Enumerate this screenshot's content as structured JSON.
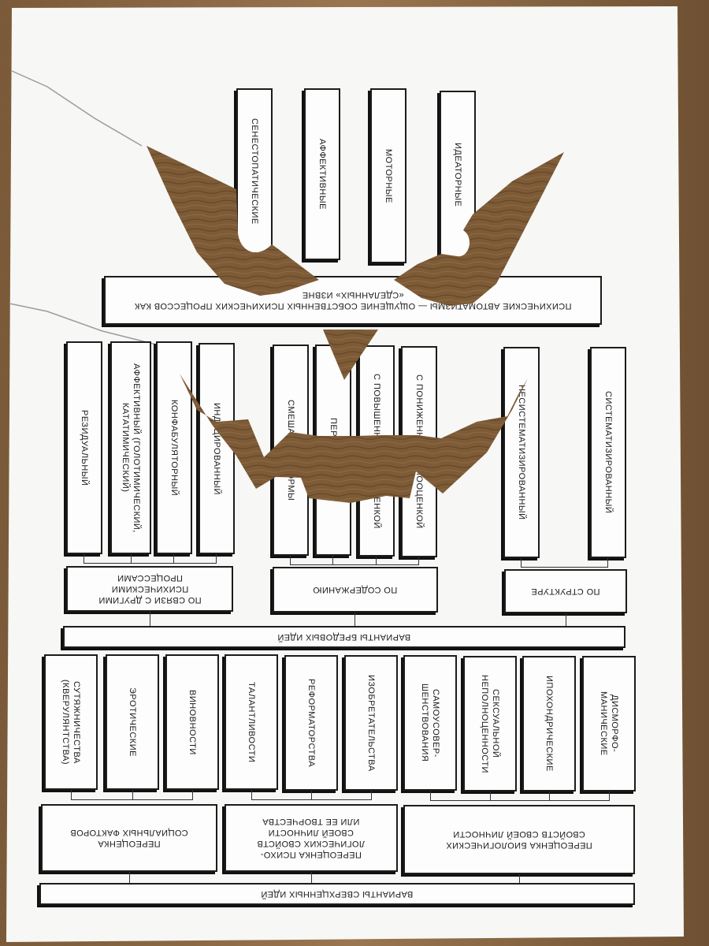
{
  "colors": {
    "paper": "#f7f7f5",
    "wood": "#8a6a45",
    "wood_dark": "#5e4327",
    "ink": "#1a1a1a"
  },
  "top_section": {
    "boxes": [
      "СЕНЕСТОПАТИЧЕСКИЕ",
      "АФФЕКТИВНЫЕ",
      "МОТОРНЫЕ",
      "ИДЕАТОРНЫЕ"
    ],
    "header": "ПСИХИЧЕСКИЕ АВТОМАТИЗМЫ — ОЩУЩЕНИЕ СОБСТВЕННЫХ ПСИХИЧЕСКИХ ПРОЦЕССОВ КАК «СДЕЛАННЫХ» ИЗВНЕ"
  },
  "middle_section": {
    "boxes": [
      "РЕЗИДУАЛЬНЫЙ",
      "АФФЕКТИВНЫЙ (ГОЛОТИМИЧЕСКИЙ,\nКАТАТИМИЧЕСКИЙ)",
      "КОНФАБУЛЯТОРНЫЙ",
      "ИНДУЦИРОВАННЫЙ",
      "СМЕШАННЫЕ ФОРМЫ",
      "ПЕРЕХОДНЫЕ",
      "С ПОВЫШЕННОЙ САМООЦЕНКОЙ",
      "С ПОНИЖЕННОЙ САМООЦЕНКОЙ",
      "НЕСИСТЕМАТИЗИРОВАННЫЙ",
      "СИСТЕМАТИЗИРОВАННЫЙ"
    ],
    "groups": [
      "ПО СВЯЗИ С ДРУГИМИ\nПСИХИЧЕСКИМИ\nПРОЦЕССАМИ",
      "ПО СОДЕРЖАНИЮ",
      "ПО СТРУКТУРЕ"
    ],
    "header": "ВАРИАНТЫ БРЕДОВЫХ ИДЕЙ"
  },
  "bottom_section": {
    "boxes": [
      "СУТЯЖНИЧЕСТВА\n(КВЕРУЛЯНТСТВА)",
      "ЭРОТИЧЕСКИЕ",
      "ВИНОВНОСТИ",
      "ТАЛАНТЛИВОСТИ",
      "РЕФОРМАТОРСТВА",
      "ИЗОБРЕТАТЕЛЬСТВА",
      "САМОУСОВЕР-\nШЕНСТВОВАНИЯ",
      "СЕКСУАЛЬНОЙ\nНЕПОЛНОЦЕННОСТИ",
      "ИПОХОНДРИЧЕСКИЕ",
      "ДИСМОРФО-\nМАНИЧЕСКИЕ"
    ],
    "groups": [
      "ПЕРЕОЦЕНКА\nСОЦИАЛЬНЫХ ФАКТОРОВ",
      "ПЕРЕОЦЕНКА ПСИХО-\nЛОГИЧЕСКИХ СВОЙСТВ\nСВОЕЙ ЛИЧНОСТИ\nИЛИ ЕЕ ТВОРЧЕСТВА",
      "ПЕРЕОЦЕНКА БИОЛОГИЧЕСКИХ\nСВОЙСТВ СВОЕЙ ЛИЧНОСТИ"
    ],
    "header": "ВАРИАНТЫ СВЕРХЦЕННЫХ ИДЕЙ"
  }
}
